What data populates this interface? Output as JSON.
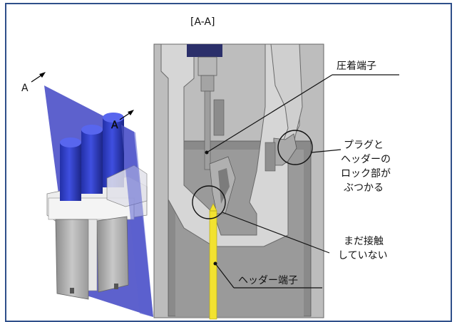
{
  "section_title": "[A-A]",
  "axis_marker_left": "A",
  "axis_marker_right": "A",
  "callouts": {
    "crimp_terminal": "圧着端子",
    "lock_collision": [
      "プラグと",
      "ヘッダーの",
      "ロック部が",
      "ぶつかる"
    ],
    "not_yet_contact": [
      "まだ接触",
      "していない"
    ],
    "header_terminal": "ヘッダー端子"
  },
  "colors": {
    "frame": "#2f4f8a",
    "plane": "#4b50c8",
    "header_pin": "#f2e230",
    "section_bg": "#bfbfbf"
  }
}
